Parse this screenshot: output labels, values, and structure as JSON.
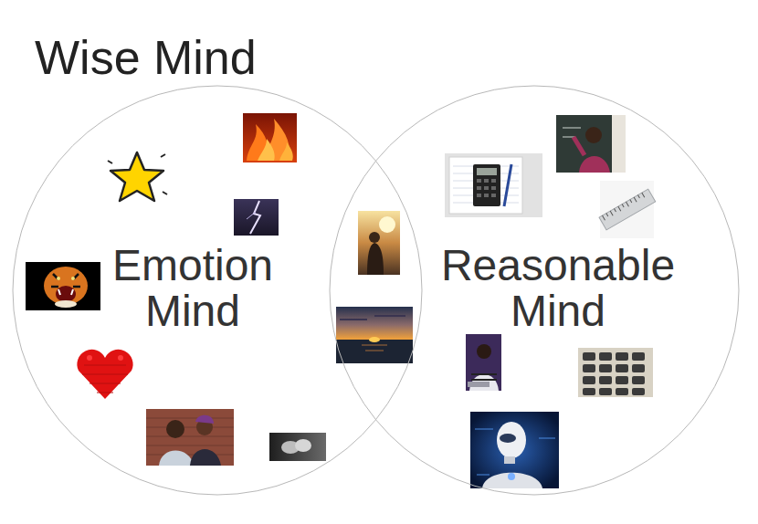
{
  "diagram": {
    "title": "Wise Mind",
    "nodes": [
      {
        "text": [
          "Emotion Mind"
        ]
      },
      {
        "text": [
          "Reasonable Mind"
        ]
      }
    ]
  }
}
